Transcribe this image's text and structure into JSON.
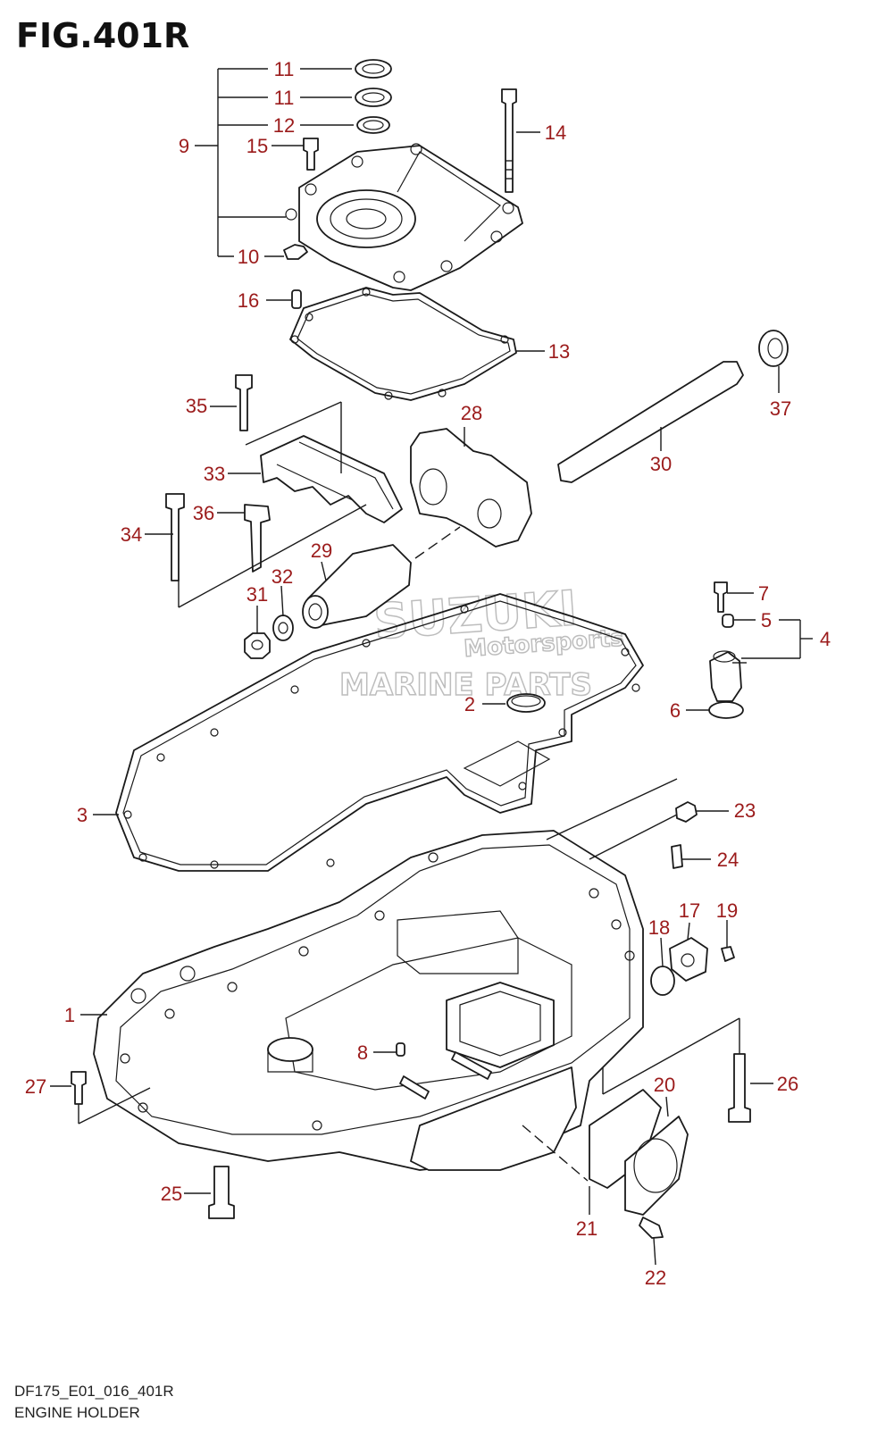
{
  "figure": {
    "title": "FIG.401R",
    "code": "DF175_E01_016_401R",
    "name": "ENGINE HOLDER"
  },
  "watermark": {
    "brand": "SUZUKI",
    "line1": "Motorsports",
    "line2": "MARINE PARTS"
  },
  "colors": {
    "callout": "#9b1b1b",
    "line": "#1a1a1a"
  },
  "callouts": {
    "c1": "1",
    "c2": "2",
    "c3": "3",
    "c4": "4",
    "c5": "5",
    "c6": "6",
    "c7": "7",
    "c8": "8",
    "c9": "9",
    "c10": "10",
    "c11a": "11",
    "c11b": "11",
    "c12": "12",
    "c13": "13",
    "c14": "14",
    "c15": "15",
    "c16": "16",
    "c17": "17",
    "c18": "18",
    "c19": "19",
    "c20": "20",
    "c21": "21",
    "c22": "22",
    "c23": "23",
    "c24": "24",
    "c25": "25",
    "c26": "26",
    "c27": "27",
    "c28": "28",
    "c29": "29",
    "c30": "30",
    "c31": "31",
    "c32": "32",
    "c33": "33",
    "c34": "34",
    "c35": "35",
    "c36": "36",
    "c37": "37"
  }
}
